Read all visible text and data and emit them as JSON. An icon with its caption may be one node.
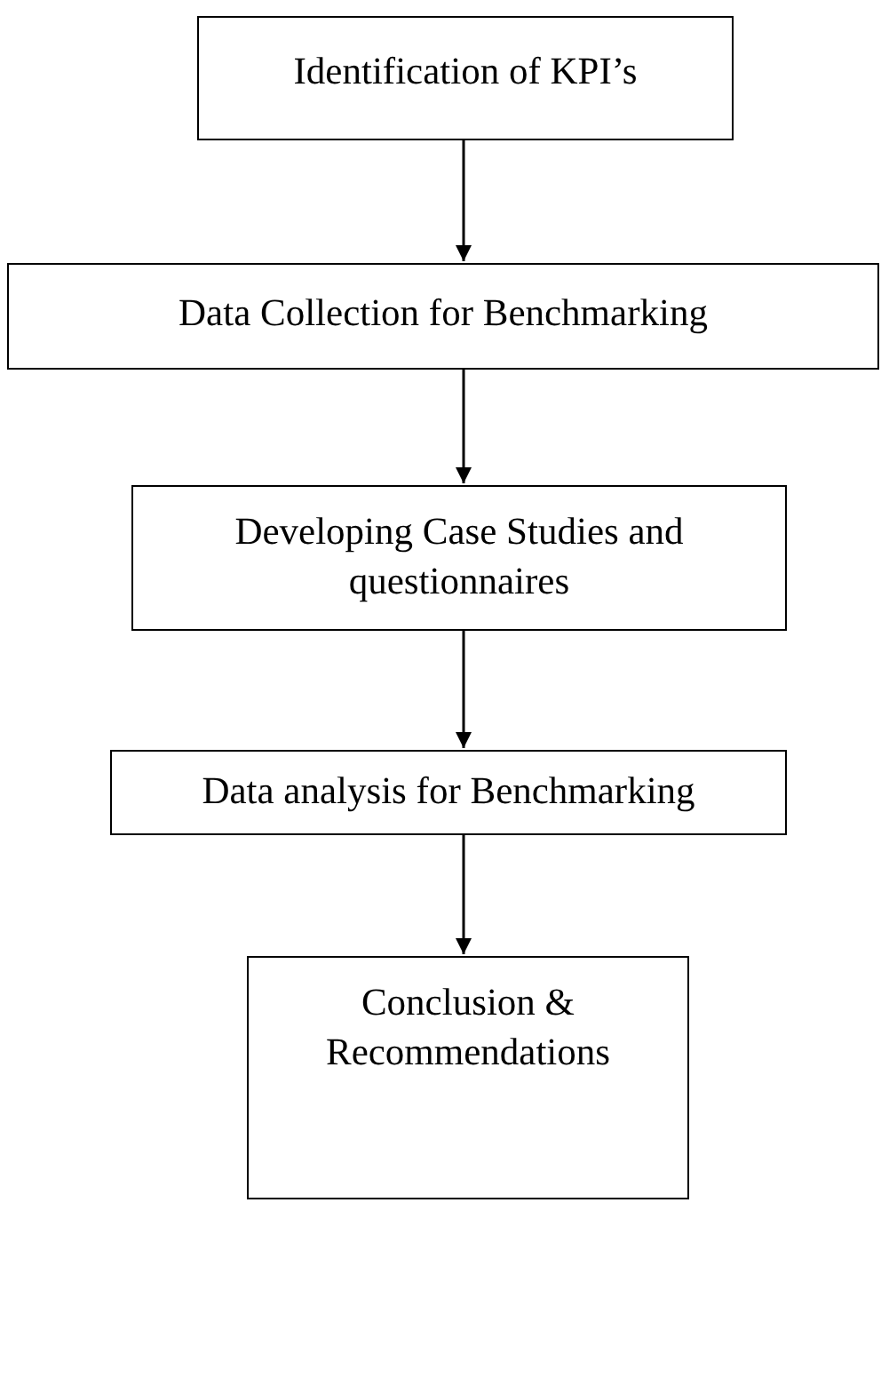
{
  "diagram": {
    "nodes": [
      {
        "text": [
          "Identification of KPI’s"
        ]
      },
      {
        "text": [
          "Data Collection for Benchmarking"
        ]
      },
      {
        "text": [
          "Developing Case Studies and questionnaires"
        ]
      },
      {
        "text": [
          "Data analysis for Benchmarking"
        ]
      },
      {
        "text": [
          "Conclusion & Recommendations"
        ]
      }
    ],
    "edges": [
      {
        "from": 0,
        "to": 1,
        "arrow": "to"
      },
      {
        "from": 1,
        "to": 2,
        "arrow": "to"
      },
      {
        "from": 2,
        "to": 3,
        "arrow": "to"
      },
      {
        "from": 3,
        "to": 4,
        "arrow": "to"
      }
    ]
  }
}
